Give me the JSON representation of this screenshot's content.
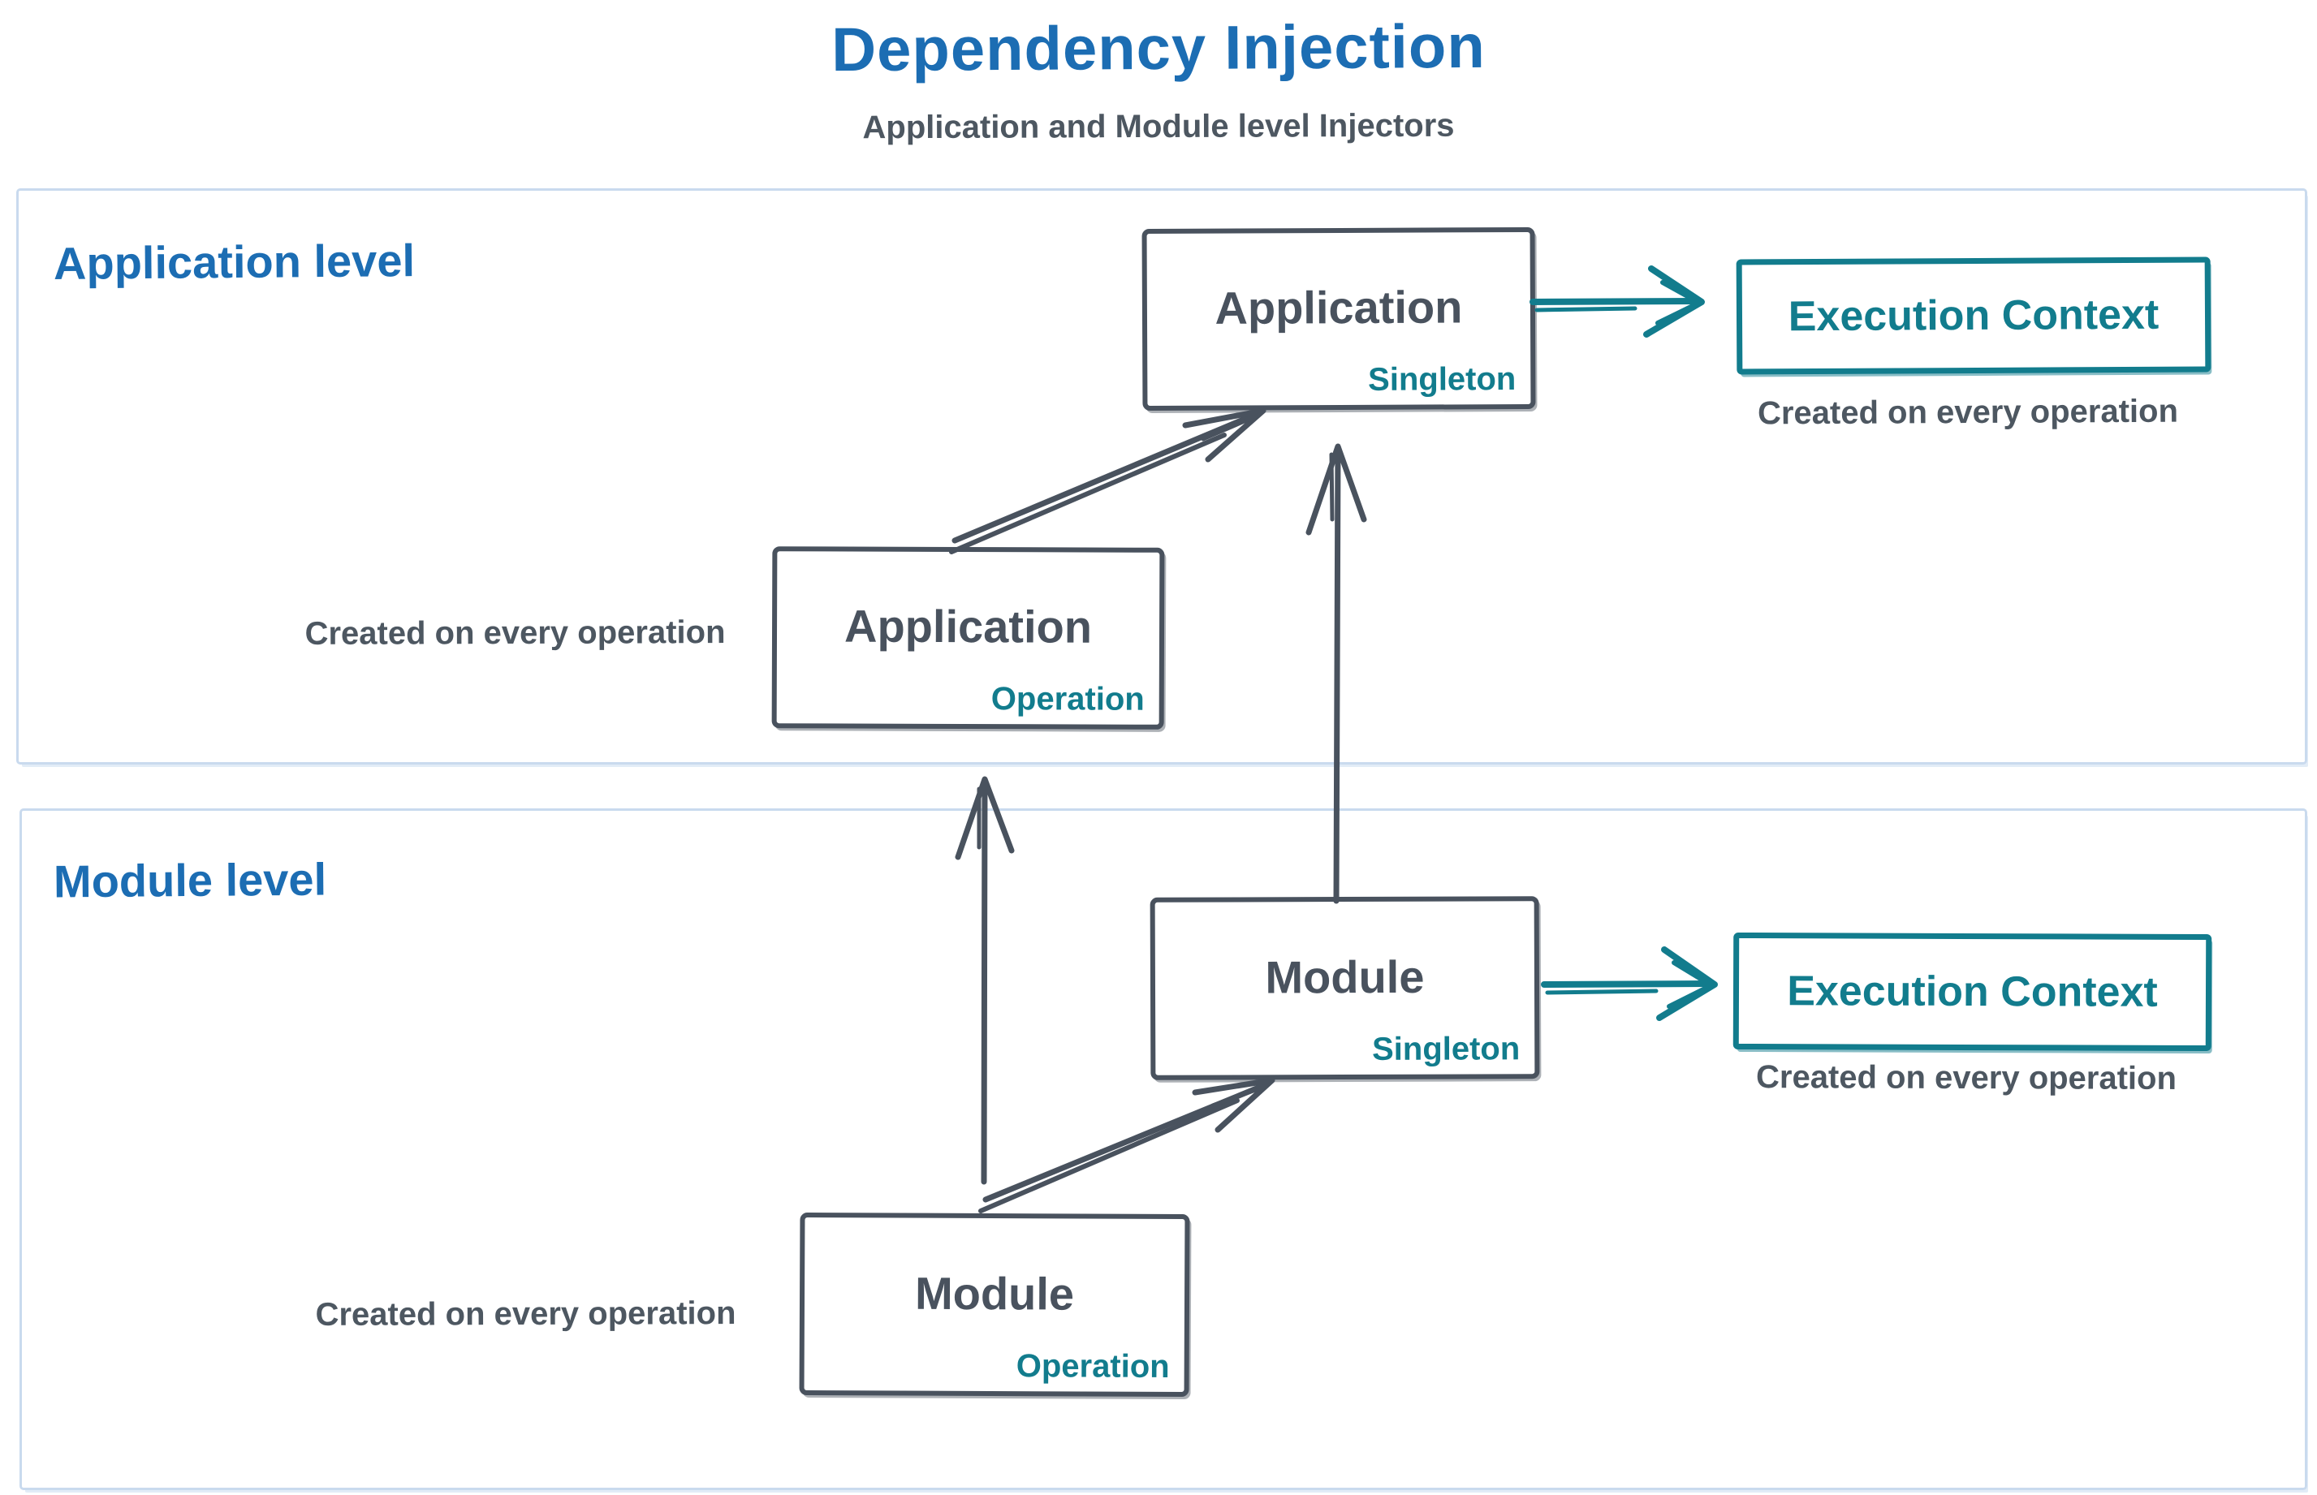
{
  "title": "Dependency Injection",
  "subtitle": "Application and Module level Injectors",
  "colors": {
    "accent_blue": "#1c6db3",
    "ink_slate": "#49525e",
    "accent_teal": "#127c8d",
    "frame_light_blue": "#c9daee"
  },
  "sections": [
    {
      "id": "application",
      "label": "Application level",
      "singleton_node": {
        "title": "Application",
        "scope": "Singleton"
      },
      "operation_node": {
        "title": "Application",
        "scope": "Operation"
      },
      "operation_caption": "Created on every operation",
      "execution_context": {
        "label": "Execution Context",
        "caption": "Created on every operation"
      }
    },
    {
      "id": "module",
      "label": "Module level",
      "singleton_node": {
        "title": "Module",
        "scope": "Singleton"
      },
      "operation_node": {
        "title": "Module",
        "scope": "Operation"
      },
      "operation_caption": "Created on every operation",
      "execution_context": {
        "label": "Execution Context",
        "caption": "Created on every operation"
      }
    }
  ]
}
